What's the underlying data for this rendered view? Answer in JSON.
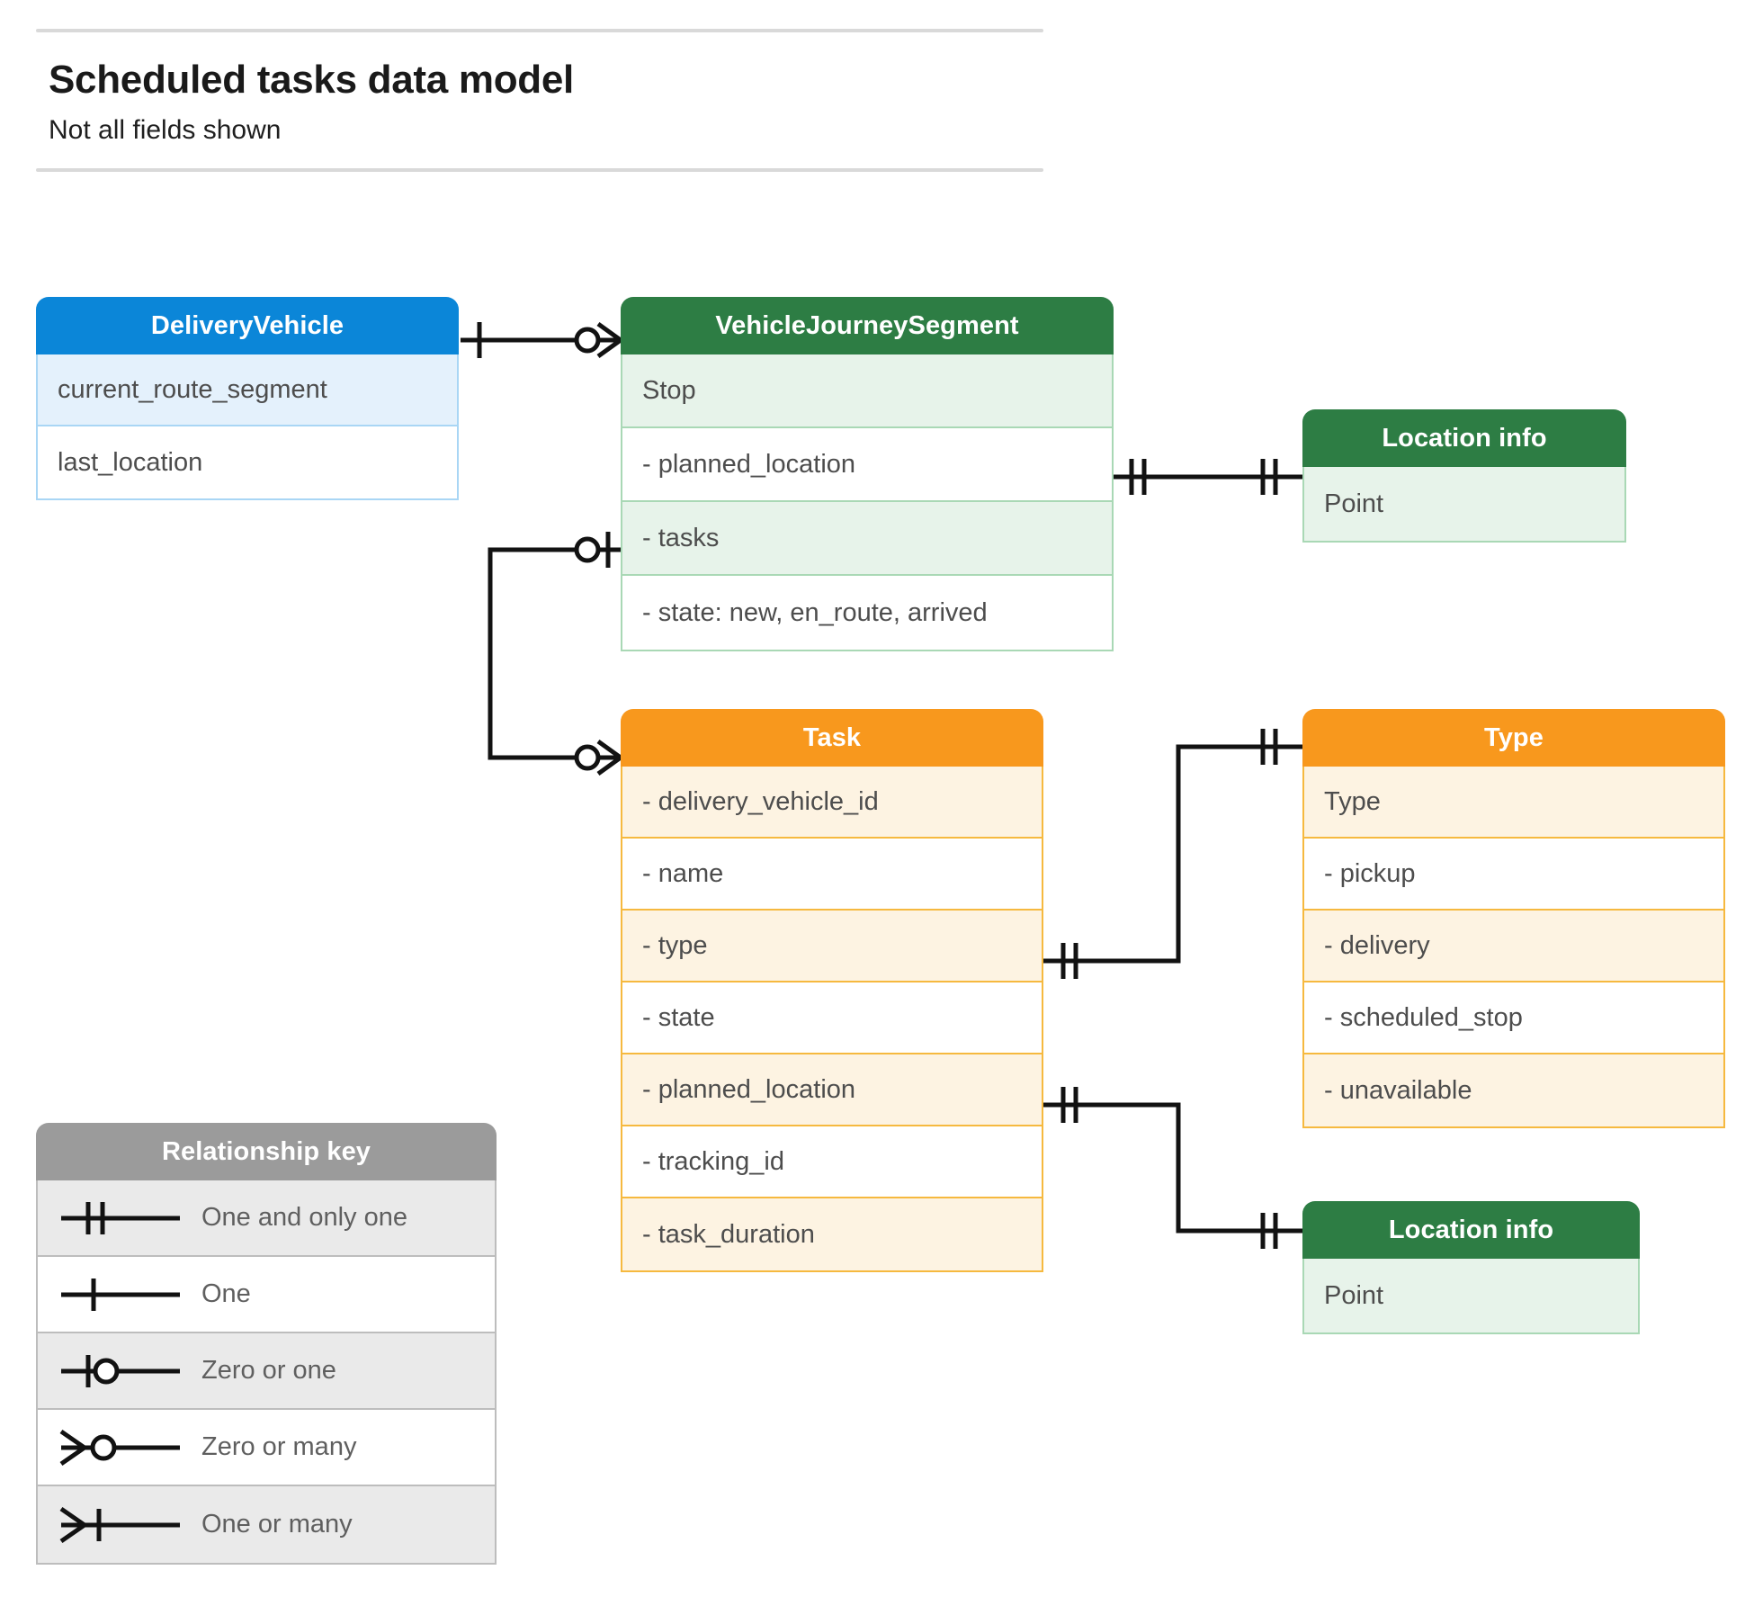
{
  "header": {
    "title": "Scheduled tasks data model",
    "subtitle": "Not all fields shown"
  },
  "colors": {
    "blue_header": "#0b86d8",
    "blue_tint": "#e4f1fc",
    "blue_border": "#a9d6f5",
    "green_header": "#2d7d44",
    "green_tint": "#e7f3ea",
    "green_border": "#a9d8b5",
    "orange_header": "#f8981d",
    "orange_tint": "#fdf3e2",
    "orange_border": "#f6b93f",
    "grey_header": "#9b9b9b",
    "grey_tint": "#eaeaea",
    "line": "#121212"
  },
  "entities": {
    "delivery_vehicle": {
      "title": "DeliveryVehicle",
      "rows": [
        "current_route_segment",
        "last_location"
      ]
    },
    "vehicle_journey_segment": {
      "title": "VehicleJourneySegment",
      "rows": [
        "Stop",
        "-  planned_location",
        "- tasks",
        "- state: new, en_route, arrived"
      ]
    },
    "location_info_top": {
      "title": "Location info",
      "rows": [
        "Point"
      ]
    },
    "location_info_bottom": {
      "title": "Location info",
      "rows": [
        "Point"
      ]
    },
    "task": {
      "title": "Task",
      "rows": [
        "- delivery_vehicle_id",
        "- name",
        "- type",
        "- state",
        "- planned_location",
        "- tracking_id",
        "- task_duration"
      ]
    },
    "type": {
      "title": "Type",
      "rows": [
        "Type",
        "-   pickup",
        "-   delivery",
        "-   scheduled_stop",
        "-   unavailable"
      ]
    }
  },
  "legend": {
    "title": "Relationship key",
    "items": [
      {
        "label": "One and only one",
        "symbol": "one-and-only-one"
      },
      {
        "label": "One",
        "symbol": "one"
      },
      {
        "label": "Zero or one",
        "symbol": "zero-or-one"
      },
      {
        "label": "Zero or many",
        "symbol": "zero-or-many"
      },
      {
        "label": "One or many",
        "symbol": "one-or-many"
      }
    ]
  },
  "relationships": [
    {
      "from": "DeliveryVehicle",
      "to": "VehicleJourneySegment",
      "from_cardinality": "one",
      "to_cardinality": "zero-or-many"
    },
    {
      "from": "VehicleJourneySegment.planned_location",
      "to": "Location info",
      "from_cardinality": "one-and-only-one",
      "to_cardinality": "one-and-only-one"
    },
    {
      "from": "VehicleJourneySegment.tasks",
      "to": "Task",
      "from_cardinality": "zero-or-one",
      "to_cardinality": "zero-or-many"
    },
    {
      "from": "Task.type",
      "to": "Type",
      "from_cardinality": "one-and-only-one",
      "to_cardinality": "one-and-only-one"
    },
    {
      "from": "Task.planned_location",
      "to": "Location info",
      "from_cardinality": "one-and-only-one",
      "to_cardinality": "one-and-only-one"
    }
  ]
}
